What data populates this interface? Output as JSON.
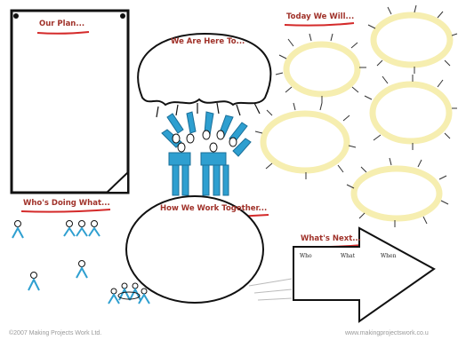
{
  "labels": {
    "our_plan": "Our Plan...",
    "we_are_here": "We Are Here To...",
    "today": "Today We Will...",
    "whos_doing": "Who's Doing What...",
    "how_together": "How We Work Together...",
    "whats_next": "What's Next..."
  },
  "next_columns": [
    "Who",
    "What",
    "When"
  ],
  "footer": {
    "left": "©2007 Making Projects Work Ltd.",
    "right": "www.makingprojectswork.co.u"
  },
  "colors": {
    "ink": "#111111",
    "title_red": "#a0322a",
    "underline_red": "#d42a2a",
    "figure_blue": "#2e9fd0",
    "sun_glow": "#f6eeb0"
  }
}
